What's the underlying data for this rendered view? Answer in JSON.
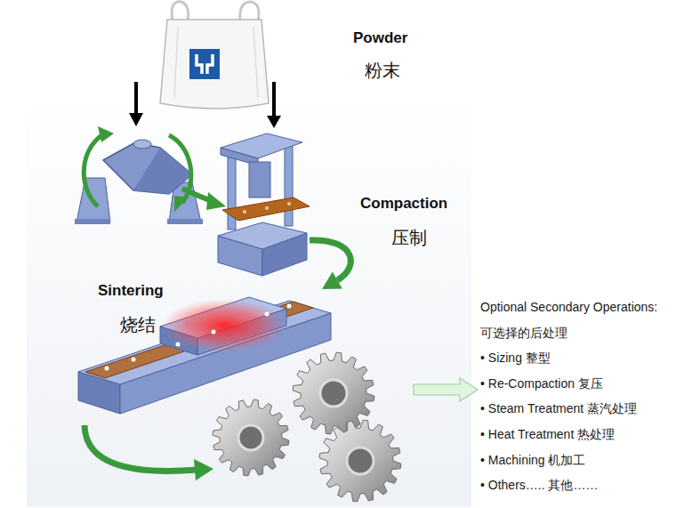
{
  "diagram": {
    "nodes": [
      {
        "text": [
          "Powder",
          "粉末"
        ]
      },
      {
        "text": [
          "Compaction",
          "压制"
        ]
      },
      {
        "text": [
          "Sintering",
          "烧结"
        ]
      },
      {
        "text": [
          "Optional Secondary Operations:",
          "可选择的后处理",
          "• Sizing 整型",
          "• Re-Compaction 复压",
          "• Steam Treatment 蒸汽处理",
          "• Heat Treatment 热处理",
          "• Machining 机加工",
          "• Others….. 其他……"
        ]
      }
    ],
    "edges": [
      {
        "from": 0,
        "to": 1,
        "arrow": "to"
      },
      {
        "from": 1,
        "to": 2,
        "arrow": "to"
      },
      {
        "from": 2,
        "to": 3,
        "arrow": "to"
      }
    ]
  }
}
